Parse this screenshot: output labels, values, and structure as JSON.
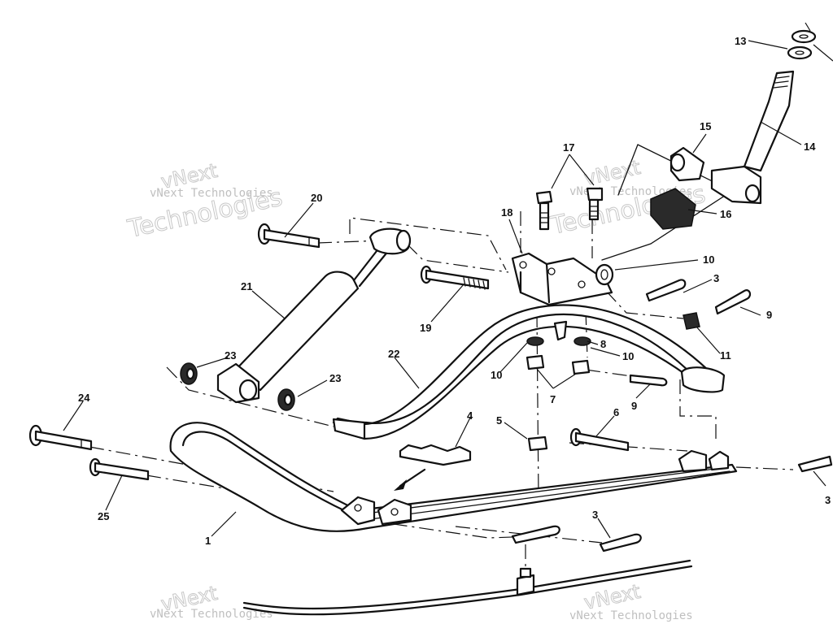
{
  "callouts": {
    "c1": "1",
    "c3a": "3",
    "c3b": "3",
    "c3c": "3",
    "c4": "4",
    "c5": "5",
    "c6": "6",
    "c7": "7",
    "c8": "8",
    "c9a": "9",
    "c9b": "9",
    "c10a": "10",
    "c10b": "10",
    "c10c": "10",
    "c11": "11",
    "c13": "13",
    "c14": "14",
    "c15": "15",
    "c16": "16",
    "c17": "17",
    "c18": "18",
    "c19": "19",
    "c20": "20",
    "c21": "21",
    "c22": "22",
    "c23a": "23",
    "c23b": "23",
    "c24": "24",
    "c25": "25"
  },
  "watermark": {
    "line1": "vNext",
    "line2": "vNext Technologies",
    "line3": "Technologies"
  }
}
